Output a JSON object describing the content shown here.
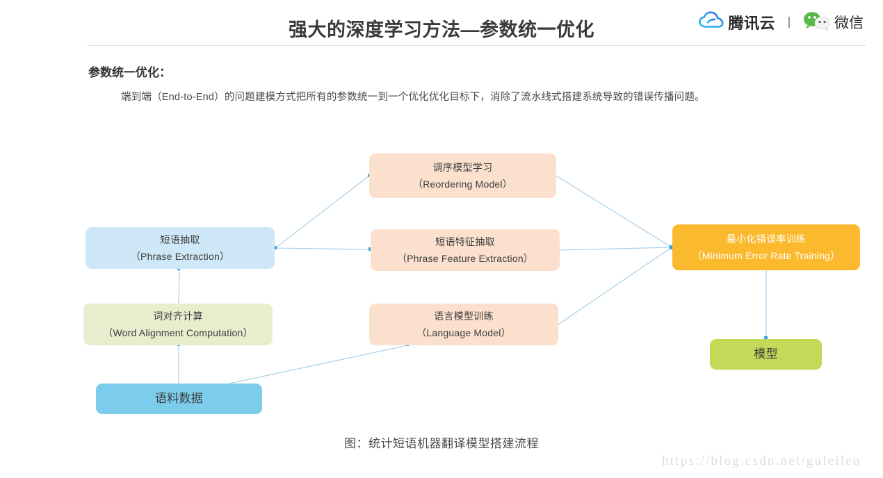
{
  "header": {
    "title": "强大的深度学习方法—参数统一优化",
    "brand": {
      "tencent_cloud_icon": "tencent-cloud-logo-icon",
      "tencent_cloud_label": "腾讯云",
      "divider": "丨",
      "wechat_icon": "wechat-logo-icon",
      "wechat_label": "微信"
    }
  },
  "content": {
    "section_heading": "参数统一优化：",
    "paragraph": "端到端（End-to-End）的问题建模方式把所有的参数统一到一个优化优化目标下，消除了流水线式搭建系统导致的错误传播问题。"
  },
  "diagram": {
    "caption": "图：统计短语机器翻译模型搭建流程",
    "nodes": [
      {
        "id": "reordering",
        "cn": "调序模型学习",
        "en": "（Reordering Model）",
        "color": "#fbe0ce"
      },
      {
        "id": "phrase_extraction",
        "cn": "短语抽取",
        "en": "（Phrase Extraction）",
        "color": "#cfe8f7"
      },
      {
        "id": "phrase_feature",
        "cn": "短语特征抽取",
        "en": "（Phrase Feature Extraction）",
        "color": "#fbe0ce"
      },
      {
        "id": "mert",
        "cn": "最小化错误率训练",
        "en": "（Minimum Error Rate Training）",
        "color": "#fbb92d"
      },
      {
        "id": "word_alignment",
        "cn": "词对齐计算",
        "en": "（Word Alignment Computation）",
        "color": "#e7eece"
      },
      {
        "id": "language_model",
        "cn": "语言模型训练",
        "en": "（Language Model）",
        "color": "#fbe0ce"
      },
      {
        "id": "model",
        "cn": "模型",
        "en": "",
        "color": "#c3d957"
      },
      {
        "id": "corpus",
        "cn": "语料数据",
        "en": "",
        "color": "#7cccec"
      }
    ],
    "edges": [
      {
        "from": "phrase_extraction",
        "to": "reordering"
      },
      {
        "from": "phrase_extraction",
        "to": "phrase_feature"
      },
      {
        "from": "reordering",
        "to": "mert"
      },
      {
        "from": "phrase_feature",
        "to": "mert"
      },
      {
        "from": "language_model",
        "to": "mert"
      },
      {
        "from": "mert",
        "to": "model"
      },
      {
        "from": "corpus",
        "to": "word_alignment"
      },
      {
        "from": "word_alignment",
        "to": "phrase_extraction"
      },
      {
        "from": "corpus",
        "to": "language_model"
      }
    ],
    "edge_color": "#9ecbe8"
  },
  "watermark": "https://blog.csdn.net/guleileo"
}
